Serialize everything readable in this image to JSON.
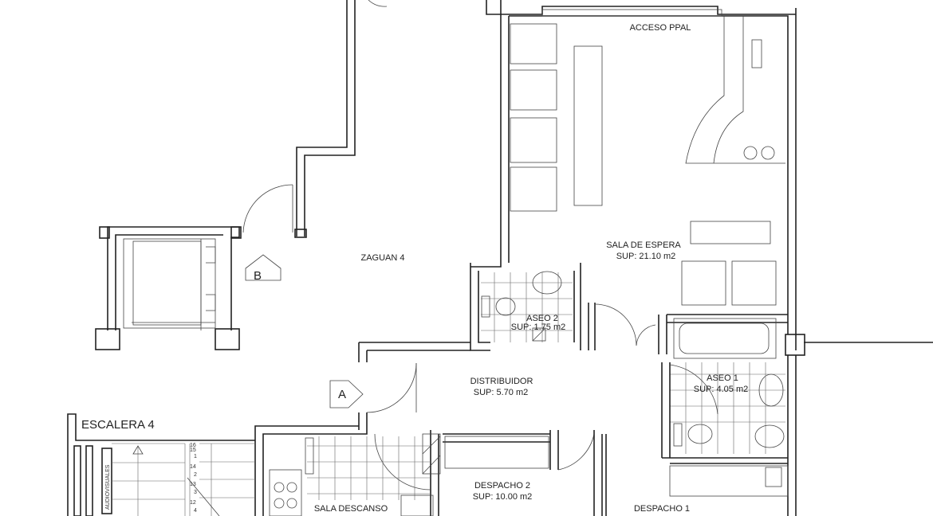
{
  "plan": {
    "rooms": {
      "acceso": {
        "name": "ACCESO PPAL"
      },
      "sala_espera": {
        "name": "SALA DE ESPERA",
        "area": "SUP: 21.10 m2"
      },
      "zaguan": {
        "name": "ZAGUAN 4"
      },
      "aseo2": {
        "name": "ASEO 2",
        "area": "SUP: 1.75 m2"
      },
      "distribuidor": {
        "name": "DISTRIBUIDOR",
        "area": "SUP: 5.70 m2"
      },
      "aseo1": {
        "name": "ASEO 1",
        "area": "SUP: 4.05 m2"
      },
      "escalera": {
        "name": "ESCALERA 4"
      },
      "audiovisuales": {
        "name": "AUDIOVISUALES"
      },
      "despacho2": {
        "name": "DESPACHO 2",
        "area": "SUP: 10.00 m2"
      },
      "sala_descanso": {
        "name": "SALA DESCANSO"
      },
      "despacho1": {
        "name": "DESPACHO 1"
      }
    },
    "markers": {
      "a": "A",
      "b": "B"
    },
    "steps_left": [
      "16",
      "15",
      "14",
      "13",
      "12"
    ],
    "steps_right": [
      "1",
      "2",
      "3",
      "4"
    ]
  }
}
